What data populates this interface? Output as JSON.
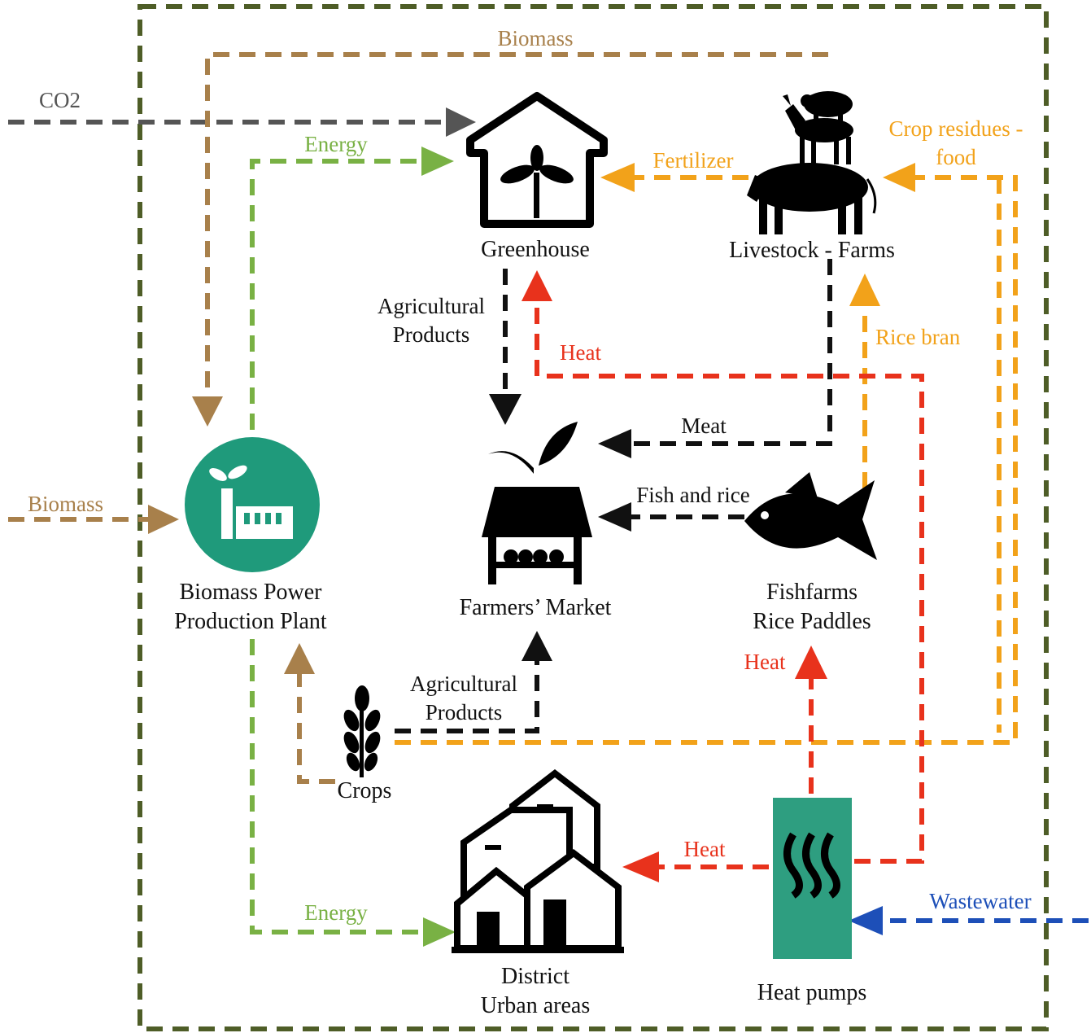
{
  "colors": {
    "boundary": "#4e5d27",
    "co2": "#555555",
    "biomass": "#a8804b",
    "energy": "#79b144",
    "fertilizer": "#f2a21a",
    "heat": "#e8321c",
    "product": "#111111",
    "wastewater": "#1d4fb8",
    "plant_green": "#1f9a7b",
    "heat_pump_green": "#2e9e80"
  },
  "nodes": {
    "greenhouse": {
      "label": "Greenhouse",
      "icon": "greenhouse-icon"
    },
    "livestock": {
      "label": "Livestock - Farms",
      "icon": "livestock-icon"
    },
    "biomass_plant": {
      "label_line1": "Biomass Power",
      "label_line2": "Production Plant",
      "icon": "factory-icon"
    },
    "market": {
      "label": "Farmers’ Market",
      "icon": "market-stall-icon"
    },
    "fishfarms": {
      "label_line1": "Fishfarms",
      "label_line2": "Rice Paddles",
      "icon": "fish-icon"
    },
    "crops": {
      "label": "Crops",
      "icon": "wheat-icon"
    },
    "district": {
      "label_line1": "District",
      "label_line2": "Urban areas",
      "icon": "houses-icon"
    },
    "heat_pumps": {
      "label": "Heat pumps",
      "icon": "heat-waves-icon"
    }
  },
  "flows": {
    "biomass_top": "Biomass",
    "co2": "CO2",
    "energy_top": "Energy",
    "fertilizer": "Fertilizer",
    "crop_residues_line1": "Crop residues -",
    "crop_residues_line2": "food",
    "agri_products_top_line1": "Agricultural",
    "agri_products_top_line2": "Products",
    "heat_greenhouse": "Heat",
    "rice_bran": "Rice bran",
    "meat": "Meat",
    "fish_and_rice": "Fish and rice",
    "biomass_left": "Biomass",
    "agri_products_bottom_line1": "Agricultural",
    "agri_products_bottom_line2": "Products",
    "heat_fishfarms": "Heat",
    "heat_district": "Heat",
    "energy_bottom": "Energy",
    "wastewater": "Wastewater"
  }
}
